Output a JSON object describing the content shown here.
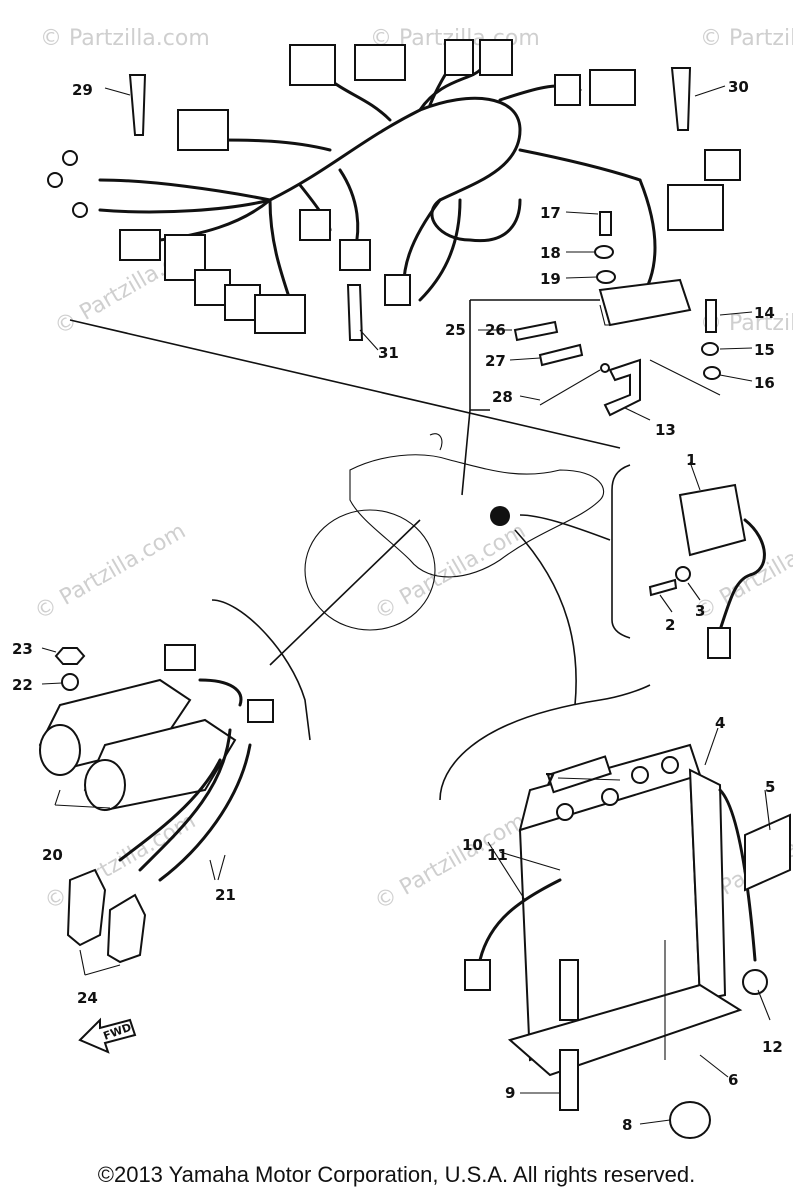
{
  "watermark": "© Partzilla.com",
  "callouts": [
    "1",
    "2",
    "3",
    "4",
    "5",
    "6",
    "7",
    "8",
    "9",
    "10",
    "11",
    "12",
    "13",
    "14",
    "15",
    "16",
    "17",
    "18",
    "19",
    "20",
    "21",
    "22",
    "23",
    "24",
    "25",
    "26",
    "27",
    "28",
    "29",
    "30",
    "31"
  ],
  "fwd_label": "FWD",
  "copyright": "©2013 Yamaha Motor Corporation, U.S.A. All rights reserved."
}
